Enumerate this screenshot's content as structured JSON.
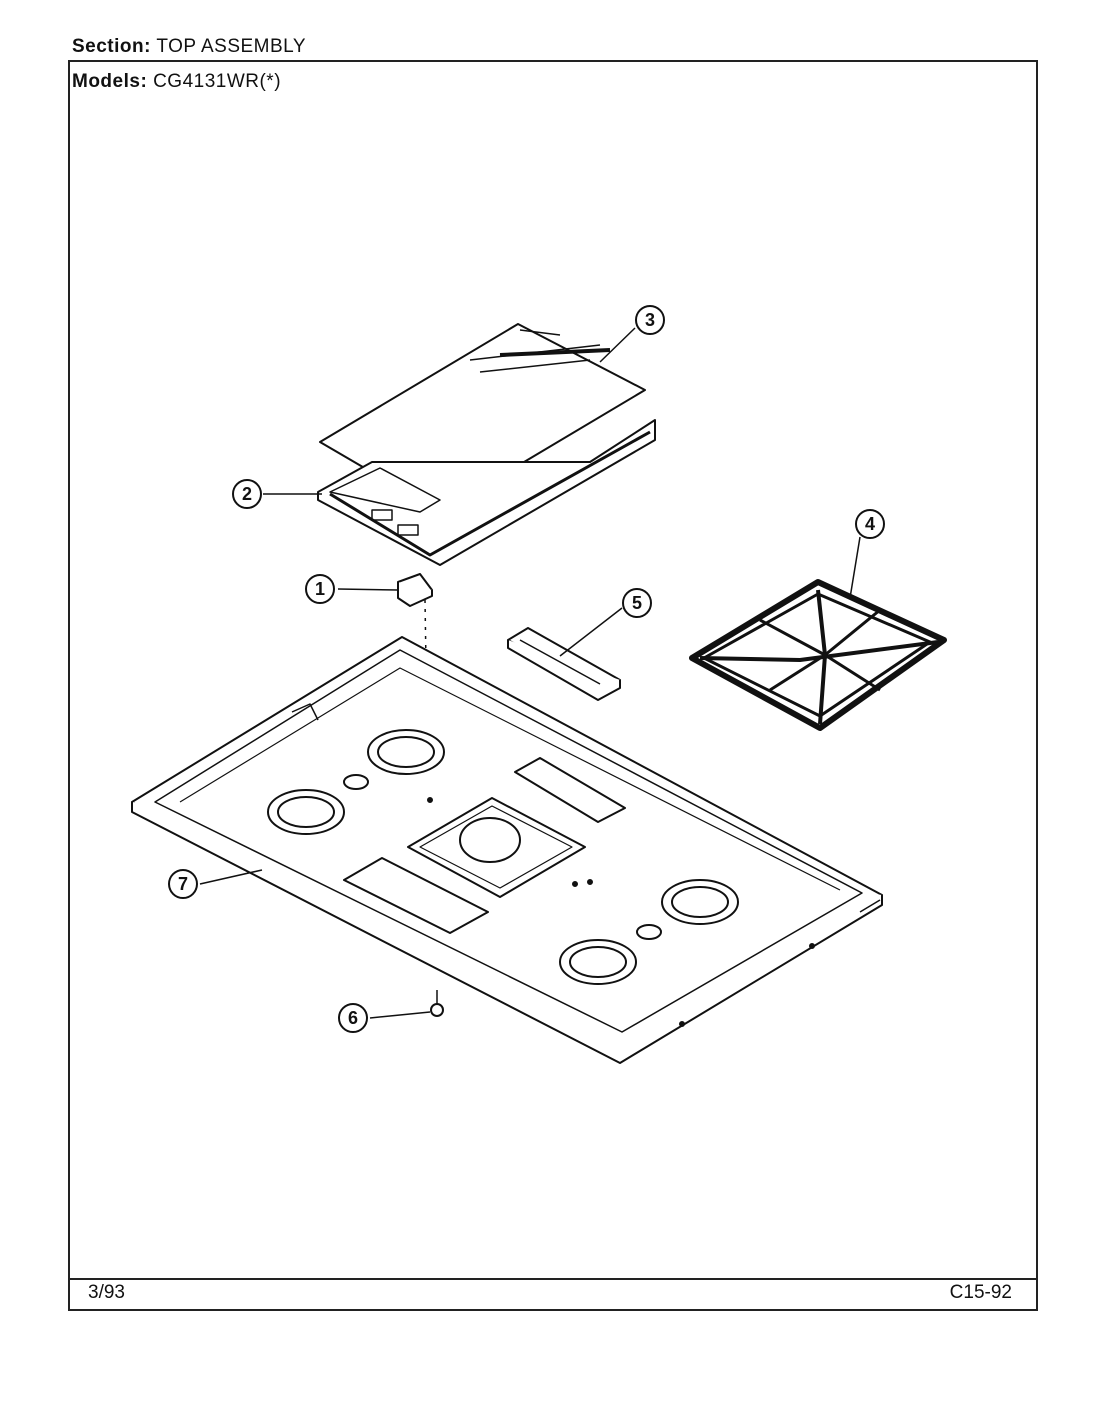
{
  "header": {
    "section_label": "Section:",
    "section_value": "TOP ASSEMBLY",
    "models_label": "Models:",
    "models_value": "CG4131WR(*)"
  },
  "footer": {
    "date": "3/93",
    "code": "C15-92"
  },
  "callouts": [
    {
      "id": "1",
      "part": "cover-knob"
    },
    {
      "id": "2",
      "part": "griddle-pan"
    },
    {
      "id": "3",
      "part": "griddle-cover"
    },
    {
      "id": "4",
      "part": "burner-grate"
    },
    {
      "id": "5",
      "part": "control-bracket"
    },
    {
      "id": "6",
      "part": "screw"
    },
    {
      "id": "7",
      "part": "cooktop-main"
    }
  ]
}
